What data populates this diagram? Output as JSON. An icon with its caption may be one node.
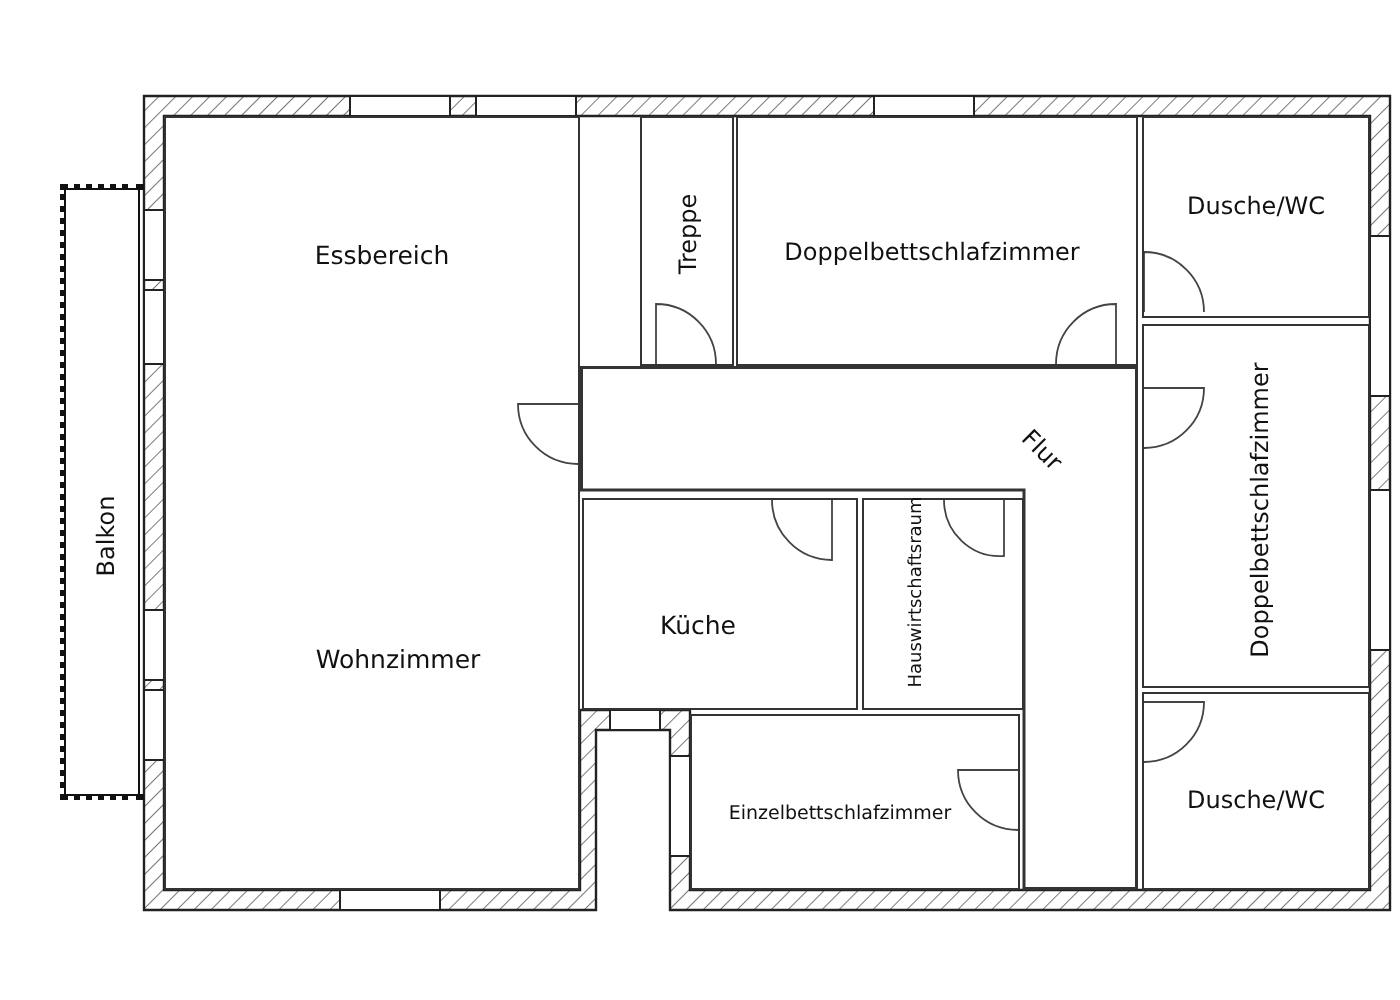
{
  "diagram": {
    "nodes": [
      {
        "text": [
          "Balkon"
        ]
      },
      {
        "text": [
          "Essbereich",
          "Wohnzimmer"
        ]
      },
      {
        "text": [
          "Treppe"
        ]
      },
      {
        "text": [
          "Doppelbettschlafzimmer"
        ]
      },
      {
        "text": [
          "Dusche/WC"
        ]
      },
      {
        "text": [
          "Flur"
        ]
      },
      {
        "text": [
          "Doppelbettschlafzimmer"
        ]
      },
      {
        "text": [
          "Küche"
        ]
      },
      {
        "text": [
          "Hauswirtschaftsraum"
        ]
      },
      {
        "text": [
          "Einzelbettschlafzimmer"
        ]
      },
      {
        "text": [
          "Dusche/WC"
        ]
      }
    ]
  }
}
